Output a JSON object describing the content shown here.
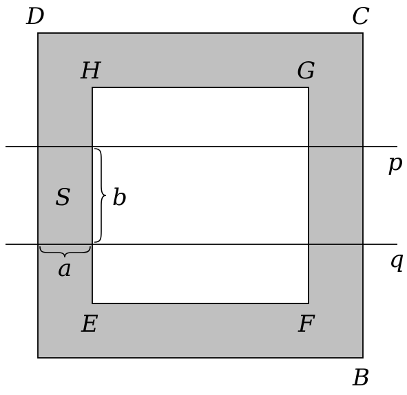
{
  "diagram": {
    "vertex_labels": {
      "D": "D",
      "C": "C",
      "B": "B",
      "H": "H",
      "G": "G",
      "E": "E",
      "F": "F"
    },
    "line_labels": {
      "p": "p",
      "q": "q"
    },
    "region_label": "S",
    "dimension_labels": {
      "a": "a",
      "b": "b"
    },
    "colors": {
      "frame_fill": "#c0c0c0",
      "inner_fill": "#ffffff",
      "stroke": "#000000"
    }
  }
}
